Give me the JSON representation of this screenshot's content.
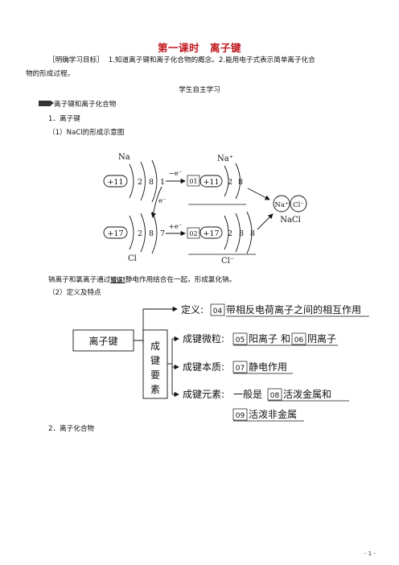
{
  "title": "第一课时　离子键",
  "objectives": {
    "label": "［明确学习目标］",
    "line1": "1.知道离子键和离子化合物的概念。2.能用电子式表示简单离子化合",
    "line2": "物的形成过程。"
  },
  "section_header": "学生自主学习",
  "section_title": "离子键和离子化合物",
  "item1": "1．离子键",
  "item1_sub1": "（1）NaCl的形成示意图",
  "nacl_diagram": {
    "na_label": "Na",
    "na_ion_label": "Na⁺",
    "cl_label": "Cl",
    "cl_ion_label": "Cl⁻",
    "na_nucleus": "+11",
    "na_shells": [
      "2",
      "8",
      "1"
    ],
    "na_ion_shells": [
      "2",
      "8"
    ],
    "cl_nucleus": "+17",
    "cl_shells": [
      "2",
      "8",
      "7"
    ],
    "cl_ion_shells": [
      "2",
      "8",
      "8"
    ],
    "lose_e": "−e⁻",
    "gain_e": "+e⁻",
    "transfer_e": "e⁻",
    "box1": "01",
    "box2": "02",
    "product_na": "Na⁺",
    "product_cl": "Cl⁻",
    "product": "NaCl"
  },
  "sentence": {
    "part1": "钠离子和氯离子通过",
    "error_mark": "错误!",
    "part2": "静电作用结合在一起，形成氯化钠。"
  },
  "item1_sub2": "（2）定义及特点",
  "concept_map": {
    "root": "离子键",
    "definition_label": "定义:",
    "definition_num": "04",
    "definition_text": "带相反电荷离子之间的相互作用",
    "factors_label": [
      "成",
      "键",
      "要",
      "素"
    ],
    "particles_label": "成键微粒:",
    "particles_num1": "05",
    "particles_text1": "阳离子",
    "particles_and": "和",
    "particles_num2": "06",
    "particles_text2": "阴离子",
    "essence_label": "成键本质:",
    "essence_num": "07",
    "essence_text": "静电作用",
    "elements_label": "成键元素:",
    "elements_prefix": "一般是",
    "elements_num1": "08",
    "elements_text1": "活泼金属和",
    "elements_num2": "09",
    "elements_text2": "活泼非金属"
  },
  "item2": "2．离子化合物",
  "page_number": "- 1 -"
}
